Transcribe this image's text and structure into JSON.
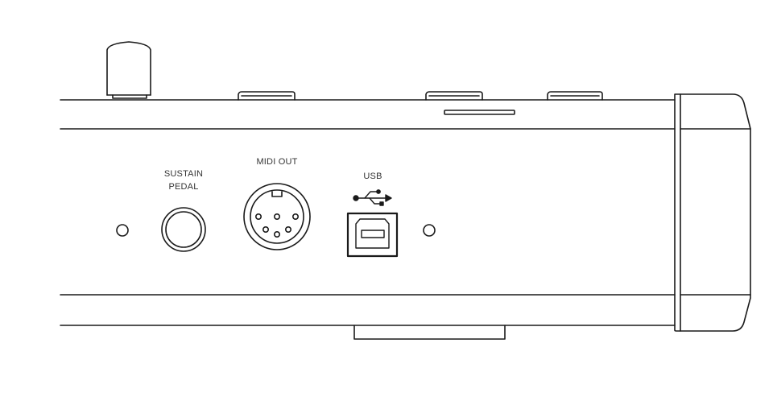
{
  "labels": {
    "sustain_line1": "SUSTAIN",
    "sustain_line2": "PEDAL",
    "midi_out": "MIDI OUT",
    "usb": "USB"
  },
  "colors": {
    "stroke": "#1a1a1a",
    "background": "#ffffff",
    "label": "#333333"
  },
  "icons": {
    "usb_symbol": "usb-trident-icon",
    "midi_port": "din-5-pin-icon",
    "usb_port": "usb-type-b-icon",
    "sustain_port": "quarter-inch-jack-icon"
  }
}
